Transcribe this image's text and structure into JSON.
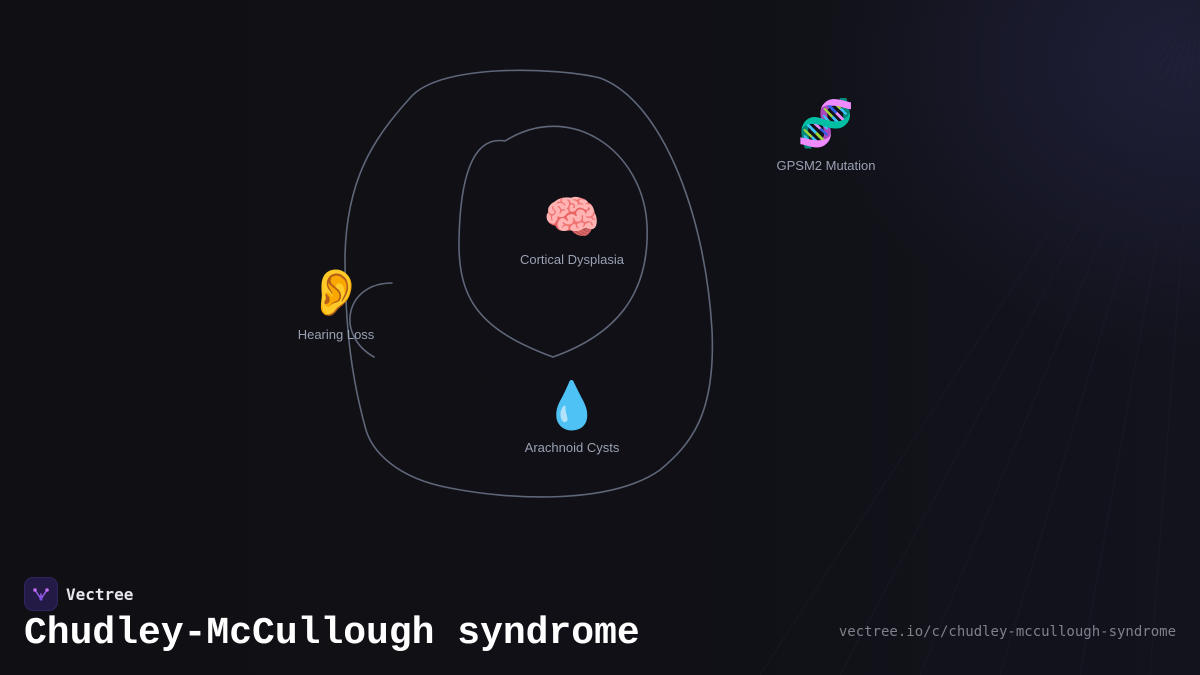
{
  "diagram": {
    "nodes": [
      {
        "id": "gpsm2",
        "icon": "🧬",
        "icon_name": "dna-icon",
        "label": "GPSM2 Mutation"
      },
      {
        "id": "cortical",
        "icon": "🧠",
        "icon_name": "brain-icon",
        "label": "Cortical Dysplasia"
      },
      {
        "id": "hearing",
        "icon": "👂",
        "icon_name": "ear-icon",
        "label": "Hearing Loss"
      },
      {
        "id": "arachnoid",
        "icon": "💧",
        "icon_name": "droplet-icon",
        "label": "Arachnoid Cysts"
      }
    ],
    "stroke_color": "#5e6678"
  },
  "brand": {
    "name": "Vectree",
    "logo_icon": "vectree-logo-icon",
    "accent": "#9b5cf0"
  },
  "page": {
    "title": "Chudley-McCullough syndrome",
    "url": "vectree.io/c/chudley-mccullough-syndrome"
  }
}
